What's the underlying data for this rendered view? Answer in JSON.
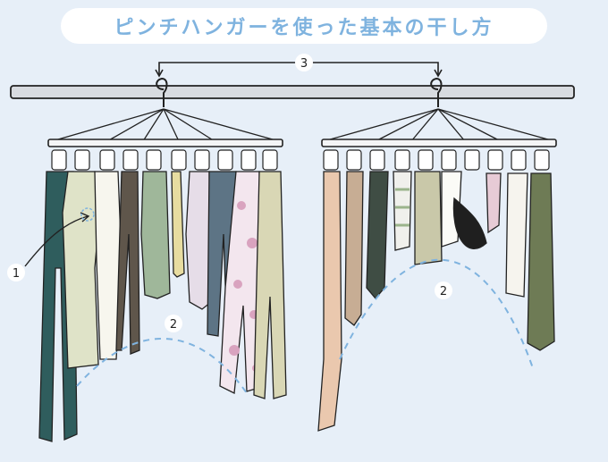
{
  "title": "ピンチハンガーを使った基本の干し方",
  "markers": {
    "one": "1",
    "two_left": "2",
    "two_right": "2",
    "three": "3"
  },
  "colors": {
    "background": "#e7eff8",
    "title_text": "#7fb3df",
    "dashed_curve": "#7fb3df",
    "pole": "#d8dbe0"
  }
}
